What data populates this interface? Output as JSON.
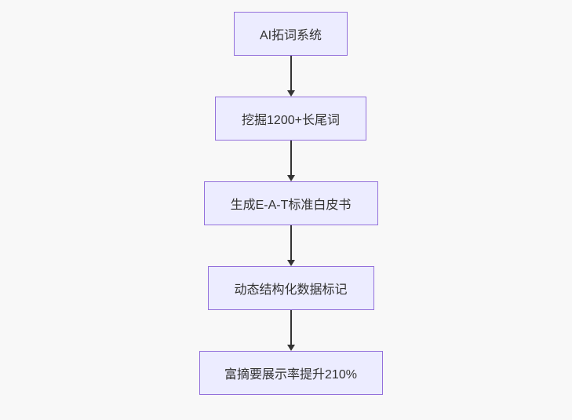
{
  "flowchart": {
    "type": "vertical-flow",
    "nodes": [
      "AI拓词系统",
      "挖掘1200+长尾词",
      "生成E-A-T标准白皮书",
      "动态结构化数据标记",
      "富摘要展示率提升210%"
    ],
    "connections": [
      {
        "from": 0,
        "to": 1
      },
      {
        "from": 1,
        "to": 2
      },
      {
        "from": 2,
        "to": 3
      },
      {
        "from": 3,
        "to": 4
      }
    ],
    "colors": {
      "node_fill": "#ECECFF",
      "node_border": "#9370DB",
      "arrow": "#333333",
      "text": "#333333",
      "page_background": "#F8F8F8"
    }
  }
}
